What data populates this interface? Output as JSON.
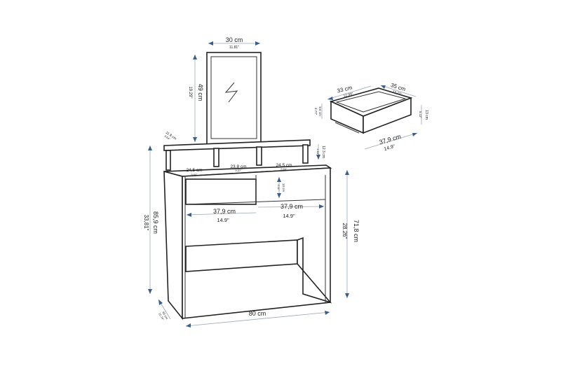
{
  "colors": {
    "arrow": "#3a5f8a",
    "line": "#222222",
    "background": "#ffffff"
  },
  "labels": {
    "mirror_width": {
      "cm": "30 cm",
      "in": "11.81\""
    },
    "mirror_height": {
      "cm": "49 cm",
      "in": "19.29\""
    },
    "shelf_depth": {
      "cm": "11.8 cm",
      "in": "4.64\""
    },
    "shelf_height": {
      "cm": "12.3 cm",
      "in": "4.84\""
    },
    "compartment_left": {
      "cm": "24,5 cm",
      "in": "9.64\""
    },
    "compartment_mid": {
      "cm": "23,8 cm",
      "in": "9.37\""
    },
    "compartment_right": {
      "cm": "24,5 cm",
      "in": "9.64\""
    },
    "drawer_front_height": {
      "cm": "13 cm",
      "in": "5.11\""
    },
    "drawer_left_width": {
      "cm": "37,9 cm",
      "in": "14.9\""
    },
    "drawer_right_width": {
      "cm": "37,9 cm",
      "in": "14.9\""
    },
    "total_height": {
      "cm": "85,9 cm",
      "in": "33,81\""
    },
    "desk_height": {
      "cm": "71,8 cm",
      "in": "28.26\""
    },
    "total_width": {
      "cm": "80 cm"
    },
    "depth": {
      "cm": "40 cm",
      "in": "15.74\""
    },
    "drawer_depth": {
      "cm": "33 cm",
      "in": "12.99\""
    },
    "drawer_outer_depth": {
      "cm": "35 cm",
      "in": "13.77\""
    },
    "drawer_side_height": {
      "cm": "9.6 cm",
      "in": "3.77\""
    },
    "drawer_height": {
      "cm": "13 cm",
      "in": "5.11\""
    },
    "drawer_width": {
      "cm": "37,9 cm",
      "in": "14.9\""
    }
  }
}
